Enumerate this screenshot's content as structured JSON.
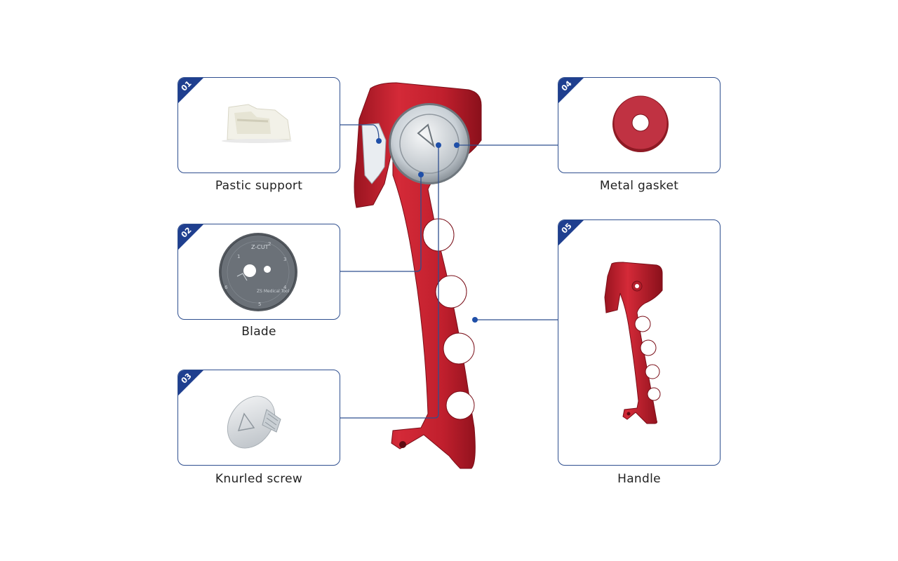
{
  "colors": {
    "accent": "#2f4f8f",
    "badge": "#1f3f8f",
    "handle_red": "#c8202e",
    "handle_dark": "#8e121c",
    "metal_light": "#dfe4e8",
    "metal_dark": "#8a929a"
  },
  "parts": [
    {
      "number": "01",
      "label": "Pastic support",
      "icon": "plastic-support-icon"
    },
    {
      "number": "02",
      "label": "Blade",
      "icon": "blade-icon",
      "blade_marks": {
        "brand": "Z-CUT",
        "text": "ZS Medical Tool",
        "n1": "1",
        "n2": "2",
        "n3": "3",
        "n4": "4",
        "n5": "5",
        "n6": "6"
      }
    },
    {
      "number": "03",
      "label": "Knurled screw",
      "icon": "knurled-screw-icon"
    },
    {
      "number": "04",
      "label": "Metal gasket",
      "icon": "metal-gasket-icon"
    },
    {
      "number": "05",
      "label": "Handle",
      "icon": "handle-icon"
    }
  ]
}
